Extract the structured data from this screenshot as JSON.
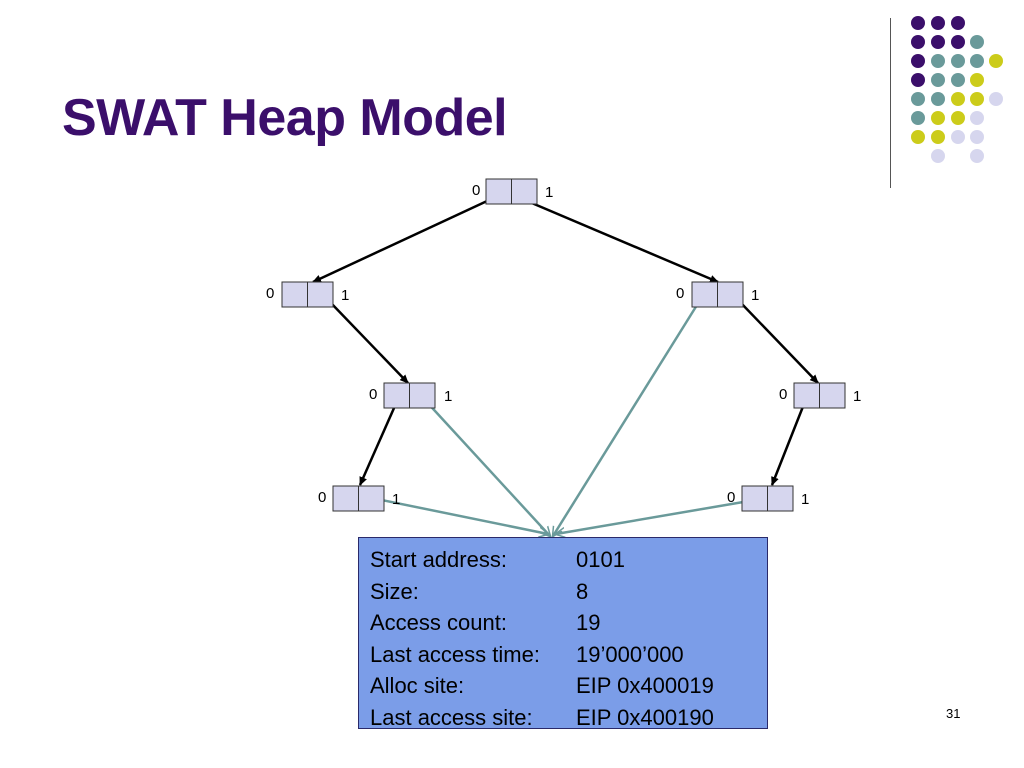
{
  "slide": {
    "title": "SWAT Heap Model",
    "page_number": "31"
  },
  "tree": {
    "nodes": [
      {
        "id": "root",
        "left_label": "0",
        "right_label": "1"
      },
      {
        "id": "left",
        "left_label": "0",
        "right_label": "1"
      },
      {
        "id": "right",
        "left_label": "0",
        "right_label": "1"
      },
      {
        "id": "left-child",
        "left_label": "0",
        "right_label": "1"
      },
      {
        "id": "right-child",
        "left_label": "0",
        "right_label": "1"
      },
      {
        "id": "left-leaf",
        "left_label": "0",
        "right_label": "1"
      },
      {
        "id": "right-leaf",
        "left_label": "0",
        "right_label": "1"
      }
    ]
  },
  "info_box": {
    "rows": [
      {
        "key": "Start address:",
        "value": "0101"
      },
      {
        "key": "Size:",
        "value": "8"
      },
      {
        "key": "Access count:",
        "value": "19"
      },
      {
        "key": "Last access time:",
        "value": "19’000’000"
      },
      {
        "key": "Alloc site:",
        "value": "EIP 0x400019"
      },
      {
        "key": "Last access site:",
        "value": "EIP 0x400190"
      }
    ]
  },
  "colors": {
    "title": "#3b0f6b",
    "node_fill": "#d6d6ee",
    "tree_edge": "#000000",
    "pointer_edge": "#6a9a9a",
    "info_fill": "#7b9de8",
    "dot_purple": "#3b0f6b",
    "dot_teal": "#6a9a9a",
    "dot_yellow": "#cccc1a",
    "dot_lavender": "#d6d6ee"
  }
}
